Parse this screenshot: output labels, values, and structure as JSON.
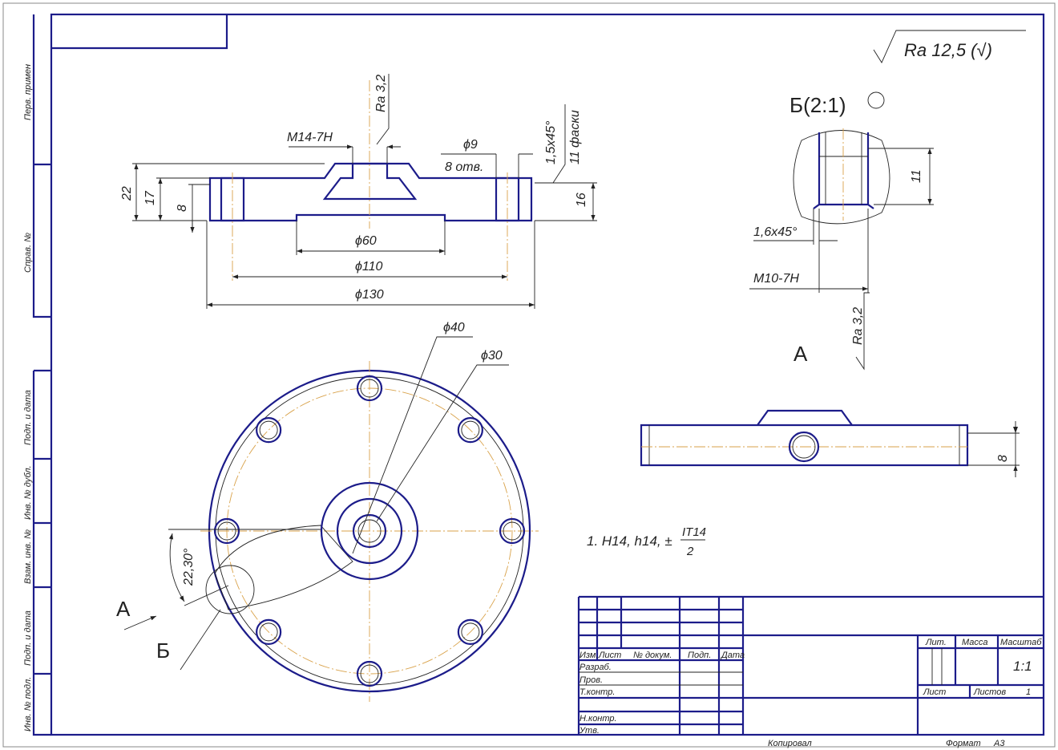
{
  "colors": {
    "outline": "#1c1c8a",
    "centerline": "#d9a24a",
    "dimension": "#222222"
  },
  "roughness_general": "Ra 12,5 (√)",
  "section_view": {
    "thread_label": "M14-7H",
    "roughness": "Ra 3,2",
    "holes_dia": "ϕ9",
    "holes_count": "8 отв.",
    "chamfer": "1,5x45°",
    "chamfer_note": "11 фаски",
    "dims": {
      "h22": "22",
      "h17": "17",
      "h8": "8",
      "h16": "16",
      "d60": "ϕ60",
      "d110": "ϕ110",
      "d130": "ϕ130"
    }
  },
  "detail_view": {
    "title": "Б(2:1)",
    "dim_11": "11",
    "chamfer": "1,6x45°",
    "thread": "M10-7H",
    "roughness": "Ra 3,2",
    "view_label": "А"
  },
  "plan_view": {
    "d40": "ϕ40",
    "d30": "ϕ30",
    "angle": "22,30°",
    "arrow_label": "А",
    "detail_label": "Б"
  },
  "side_view": {
    "dim_8": "8"
  },
  "notes": {
    "text": "1. H14, h14, ±",
    "frac_num": "IT14",
    "frac_den": "2"
  },
  "left_strip": [
    "Перв. примен",
    "Справ. №",
    "Подп. и дата",
    "Инв. № дубл.",
    "Взам. инв. №",
    "Подп. и дата",
    "Инв. № подл."
  ],
  "title_block": {
    "header": [
      "Изм.",
      "Лист",
      "№ докум.",
      "Подп.",
      "Дата"
    ],
    "rows": [
      "Разраб.",
      "Пров.",
      "Т.контр.",
      "Н.контр.",
      "Утв."
    ],
    "lit": "Лит.",
    "mass": "Масса",
    "scale_label": "Масштаб",
    "scale": "1:1",
    "sheet": "Лист",
    "sheets": "Листов",
    "sheets_count": "1",
    "copied": "Копировал",
    "format_label": "Формат",
    "format": "А3"
  }
}
